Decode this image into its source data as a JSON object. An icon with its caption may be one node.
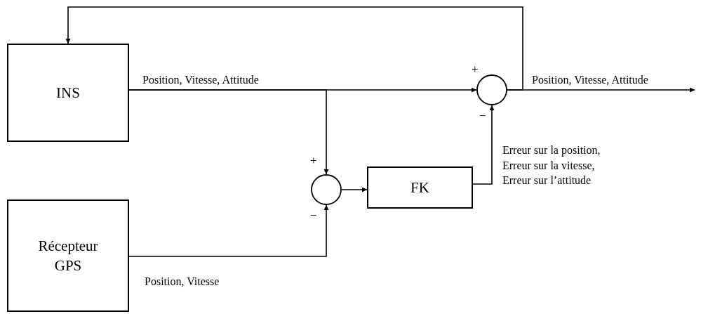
{
  "diagram": {
    "nodes": [
      {
        "text": [
          "INS"
        ]
      },
      {
        "text": [],
        "shape": "circle"
      },
      {
        "text": [],
        "shape": "circle"
      },
      {
        "text": [
          "FK"
        ]
      },
      {
        "text": [
          "Récepteur GPS"
        ]
      }
    ],
    "edges": [
      {
        "from": 0,
        "to": 1,
        "arrow": "to",
        "label": "Position, Vitesse, Attitude"
      },
      {
        "from": 1,
        "to": null,
        "arrow": "to",
        "label": "Position, Vitesse, Attitude"
      },
      {
        "from": 1,
        "to": 0,
        "arrow": "to"
      },
      {
        "from": 0,
        "to": 2,
        "arrow": "to"
      },
      {
        "from": 4,
        "to": 2,
        "arrow": "to",
        "label": "Position, Vitesse"
      },
      {
        "from": 2,
        "to": 3,
        "arrow": "to"
      },
      {
        "from": 3,
        "to": 1,
        "arrow": "to",
        "label": "Erreur sur la position, Erreur sur la vitesse, Erreur sur l’attitude"
      }
    ],
    "labels": [
      "+",
      "−",
      "+",
      "−"
    ]
  }
}
